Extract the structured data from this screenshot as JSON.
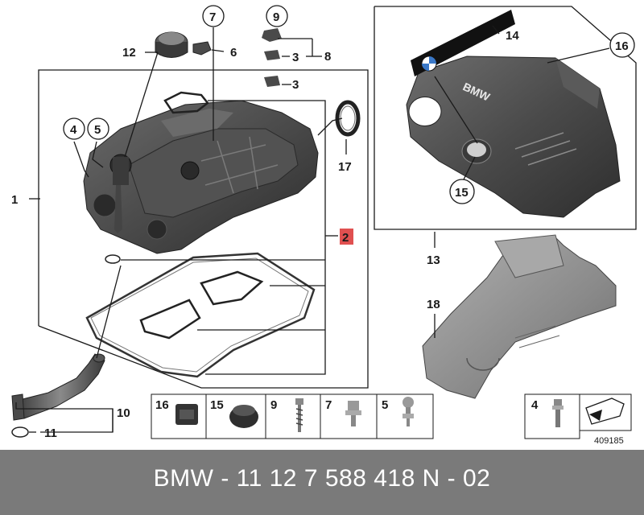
{
  "diagram": {
    "callouts": {
      "n1": "1",
      "n2": "2",
      "n3a": "3",
      "n3b": "3",
      "n4": "4",
      "n5": "5",
      "n6": "6",
      "n7": "7",
      "n8": "8",
      "n9": "9",
      "n10": "10",
      "n11": "11",
      "n12": "12",
      "n13": "13",
      "n14": "14",
      "n15": "15",
      "n16": "16",
      "n17": "17",
      "n18": "18"
    },
    "cover_brand": "BMW",
    "small_parts": [
      "16",
      "15",
      "9",
      "7",
      "5"
    ],
    "side_part": "4",
    "diagram_id": "409185"
  },
  "footer": {
    "text": "BMW - 11 12 7 588 418     N - 02"
  },
  "colors": {
    "highlight": "#e05050",
    "part_dark": "#3d3d3d",
    "part_mid": "#5a5a5a",
    "part_light": "#8a8a8a",
    "footer_bg": "#7a7a7a"
  }
}
